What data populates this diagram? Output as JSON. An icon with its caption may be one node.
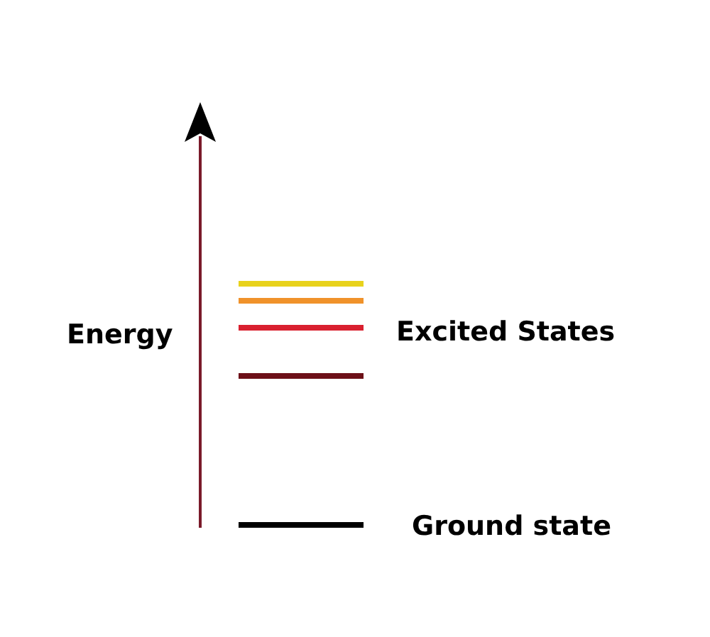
{
  "diagram": {
    "labels": [
      "Energy",
      "Excited States",
      "Ground state"
    ]
  }
}
